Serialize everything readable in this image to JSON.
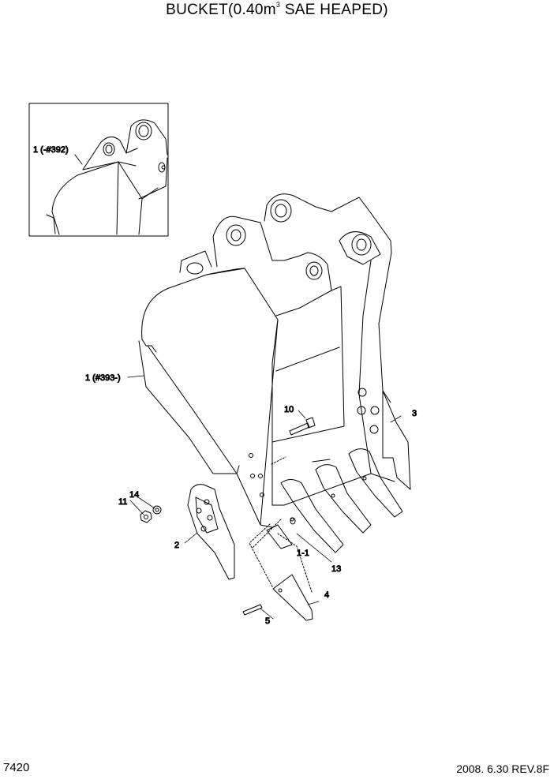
{
  "title": {
    "prefix": "BUCKET(0.40m",
    "sup": "3",
    "suffix": " SAE HEAPED)"
  },
  "footer": {
    "page_number": "7420",
    "date_rev": "2008. 6.30  REV.8F"
  },
  "callouts": {
    "inset_bucket": "1 (-#392)",
    "bucket": "1 (#393-)",
    "side_cutter": "2",
    "tooth_adapter": "3",
    "tooth_point": "4",
    "pin": "5",
    "bolt": "10",
    "nut": "11",
    "lock_pin": "13",
    "washer": "14",
    "adapter": "1-1"
  }
}
